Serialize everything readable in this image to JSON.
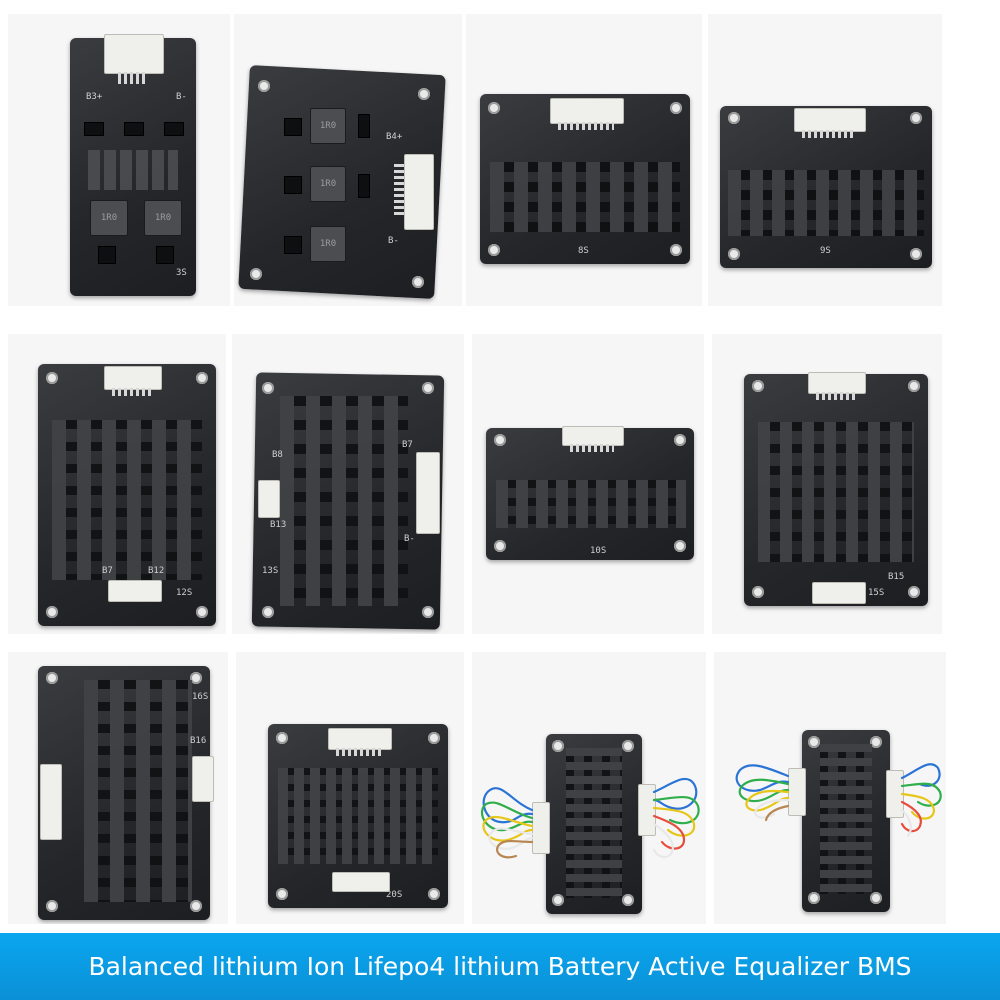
{
  "banner": {
    "text": "Balanced lithium Ion Lifepo4 lithium Battery Active Equalizer BMS",
    "bg_color": "#0b9be2",
    "text_color": "#ffffff"
  },
  "product_photos": [
    {
      "silk": [
        "B3+",
        "B-",
        "1R0",
        "1R0",
        "3S"
      ]
    },
    {
      "silk": [
        "1R0",
        "1R0",
        "1R0",
        "B4+",
        "B-"
      ]
    },
    {
      "silk": [
        "8S"
      ]
    },
    {
      "silk": [
        "9S"
      ]
    },
    {
      "silk": [
        "B7",
        "B12",
        "12S"
      ]
    },
    {
      "silk": [
        "B8",
        "B13",
        "B7",
        "B-",
        "13S"
      ]
    },
    {
      "silk": [
        "10S"
      ]
    },
    {
      "silk": [
        "B15",
        "15S"
      ]
    },
    {
      "silk": [
        "B16",
        "16S"
      ]
    },
    {
      "silk": [
        "20S"
      ]
    },
    {
      "silk": []
    },
    {
      "silk": []
    }
  ],
  "colors": {
    "board_dark": "#24262a",
    "connector_white": "#efefec",
    "wire_colors": [
      "#2b74d6",
      "#2fae4b",
      "#e6c619",
      "#e8e8e8",
      "#b78652",
      "#e74c3c"
    ]
  }
}
